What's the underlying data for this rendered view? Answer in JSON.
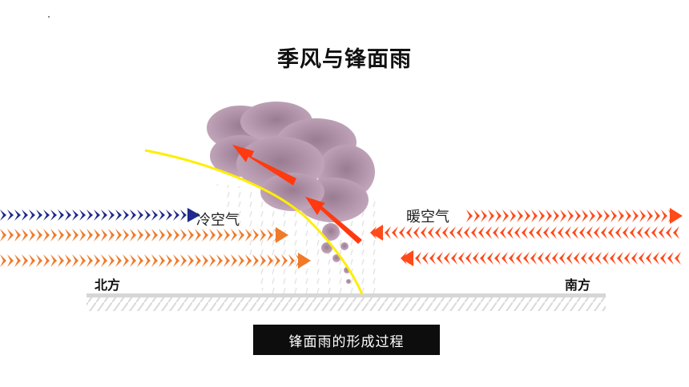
{
  "title": "季风与锋面雨",
  "labels": {
    "cold_air": "冷空气",
    "warm_air": "暖空气",
    "north": "北方",
    "south": "南方"
  },
  "caption": "锋面雨的形成过程",
  "colors": {
    "cold_arrow": "#1e2a8c",
    "orange_arrow": "#f07a2a",
    "warm_arrow": "#ff4a1a",
    "front_line": "#ffee00",
    "cloud": "#b393a9",
    "ground": "#dddddd"
  }
}
